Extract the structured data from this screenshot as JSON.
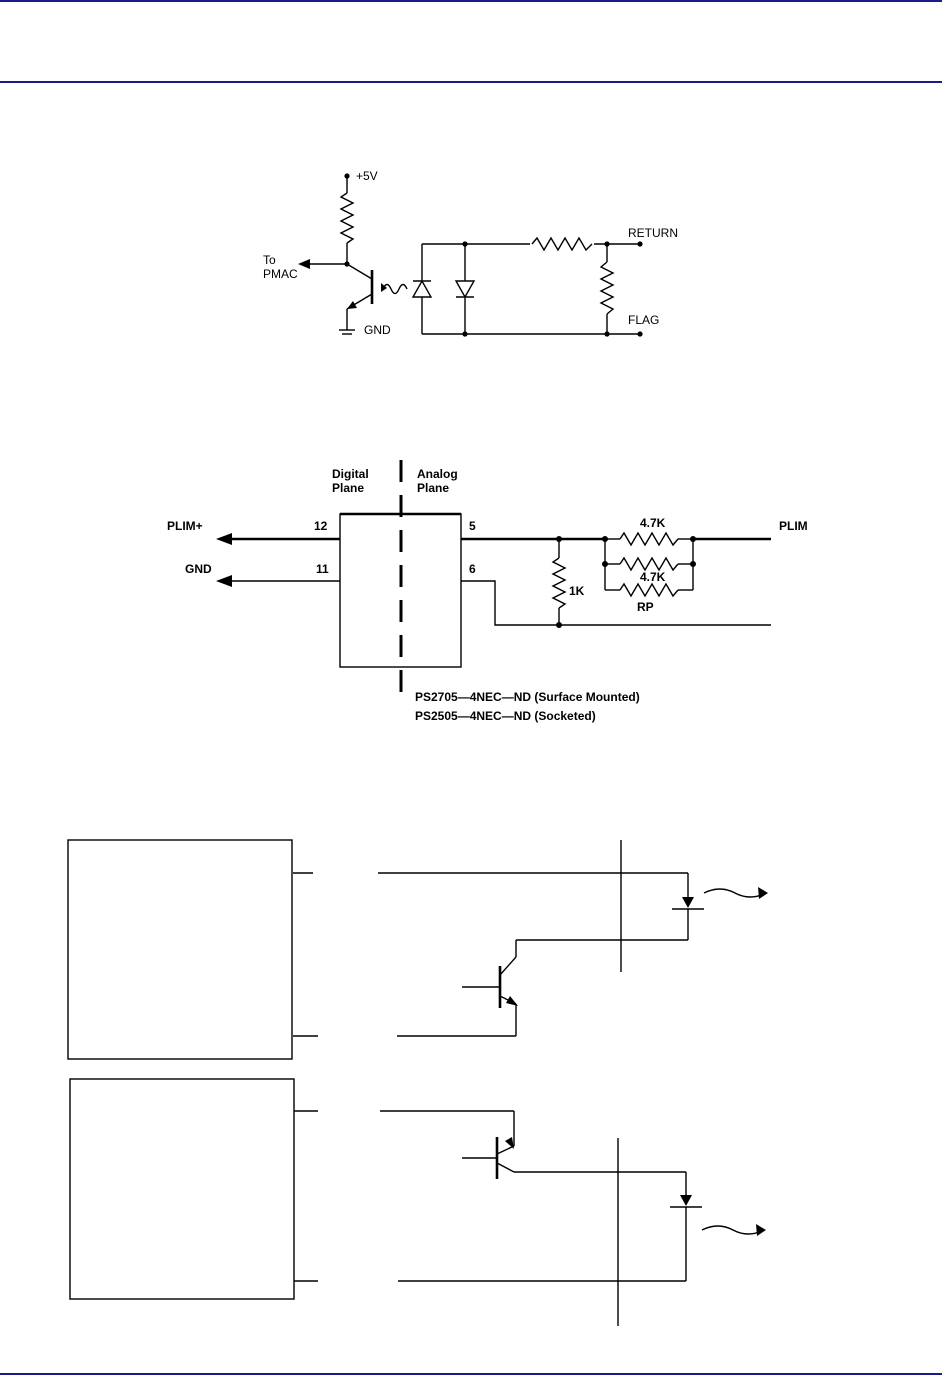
{
  "diagram1": {
    "labels": {
      "vcc": "+5V",
      "to_pmac_line1": "To",
      "to_pmac_line2": "PMAC",
      "gnd": "GND",
      "return": "RETURN",
      "flag": "FLAG"
    }
  },
  "diagram2": {
    "labels": {
      "digital_line1": "Digital",
      "digital_line2": "Plane",
      "analog_line1": "Analog",
      "analog_line2": "Plane",
      "plim_plus": "PLIM+",
      "gnd": "GND",
      "pin12": "12",
      "pin11": "11",
      "pin5": "5",
      "pin6": "6",
      "r_top": "4.7K",
      "r_mid": "4.7K",
      "r_1k": "1K",
      "rp": "RP",
      "plim": "PLIM",
      "part1": "PS2705—4NEC—ND (Surface Mounted)",
      "part2": "PS2505—4NEC—ND (Socketed)"
    }
  }
}
